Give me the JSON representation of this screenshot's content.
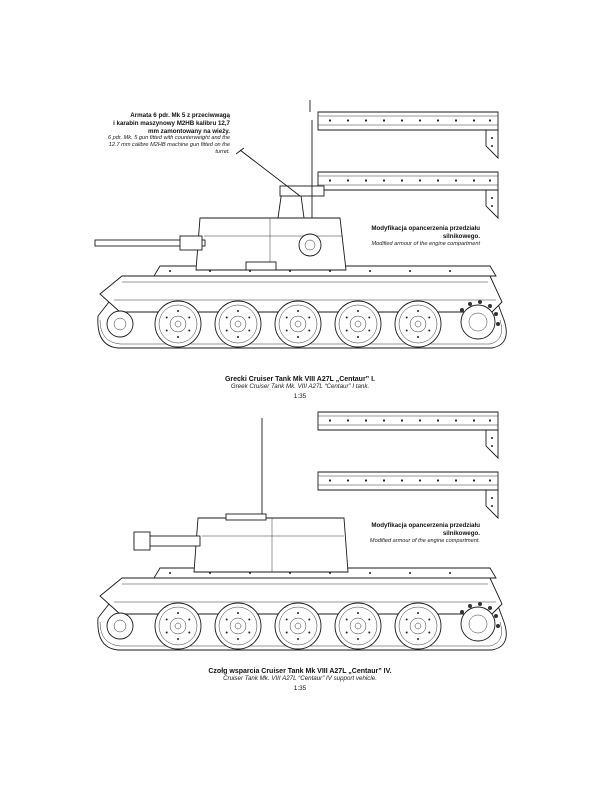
{
  "top_note": {
    "pl_lines": [
      "Armata 6 pdr. Mk 5 z przeciwwagą",
      "i karabin maszynowy M2HB kalibru 12,7",
      "mm zamontowany na wieży."
    ],
    "en_lines": [
      "6 pdr. Mk. 5 gun fitted with counterweight and the",
      "12.7 mm calibre M2HB machine gun fitted on the",
      "turret."
    ]
  },
  "engine_note_1": {
    "pl_lines": [
      "Modyfikacja opancerzenia przedziału",
      "silnikowego."
    ],
    "en_lines": [
      "Modified armour of the engine compartment"
    ]
  },
  "engine_note_2": {
    "pl_lines": [
      "Modyfikacja opancerzenia przedziału",
      "silnikowego."
    ],
    "en_lines": [
      "Modified armour of the engine compartment."
    ]
  },
  "caption_1": {
    "pl": "Grecki Cruiser Tank Mk VIII A27L „Centaur” I.",
    "en": "Greek Cruiser Tank Mk. VIII A27L “Centaur” I tank.",
    "scale": "1:35"
  },
  "caption_2": {
    "pl": "Czołg wsparcia Cruiser Tank Mk VIII A27L „Centaur” IV.",
    "en": "Cruiser Tank Mk. VIII A27L “Centaur” IV support vehicle.",
    "scale": "1:35"
  }
}
